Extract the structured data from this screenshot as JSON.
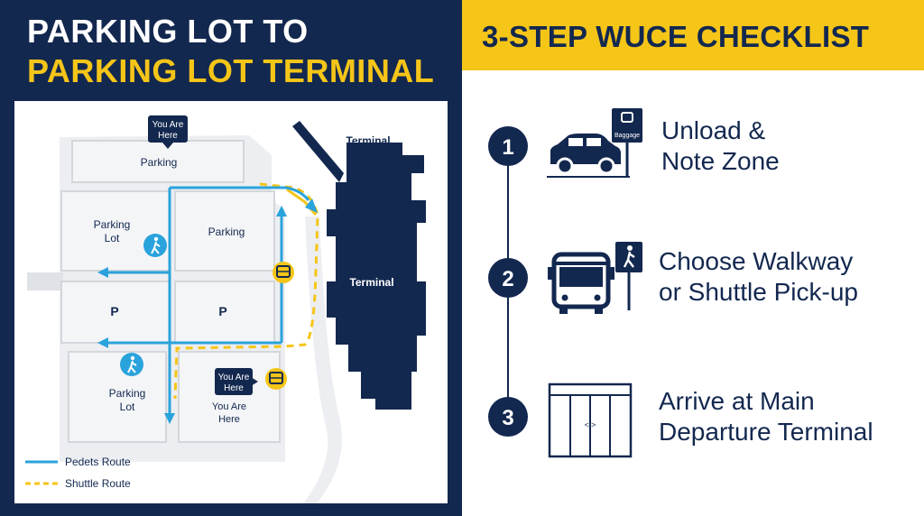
{
  "header": {
    "title_line1": "PARKING LOT TO",
    "title_line2": "PARKING LOT TERMINAL"
  },
  "map": {
    "you_are_here_top": [
      "You Are",
      "Here"
    ],
    "you_are_here_bottom": [
      "You Are",
      "Here"
    ],
    "you_are_here_plain": [
      "You Are",
      "Here"
    ],
    "lot_top": "Parking",
    "lot_upper_left": [
      "Parking",
      "Lot"
    ],
    "lot_upper_right": "Parking",
    "lot_mid_left": "P",
    "lot_mid_right": "P",
    "lot_lower_left": [
      "Parking",
      "Lot"
    ],
    "terminal_label_top": "Terminal",
    "terminal_label_main": "Terminal",
    "legend_pedestrian": "Pedets Route",
    "legend_shuttle": "Shuttle Route",
    "colors": {
      "pedestrian": "#2aa3dc",
      "shuttle": "#f5c518",
      "navy": "#13284f"
    }
  },
  "checklist": {
    "title": "3-STEP WUCE CHECKLIST",
    "steps": [
      {
        "number": "1",
        "line1": "Unload &",
        "line2": "Note Zone",
        "icon": "car-icon",
        "sign": "Baggage"
      },
      {
        "number": "2",
        "line1": "Choose Walkway",
        "line2": "or Shuttle Pick-up",
        "icon": "bus-icon",
        "sign": "pedestrian-sign-icon"
      },
      {
        "number": "3",
        "line1": "Arrive at Main",
        "line2": "Departure Terminal",
        "icon": "sliding-door-icon",
        "sign": "<|>"
      }
    ]
  }
}
